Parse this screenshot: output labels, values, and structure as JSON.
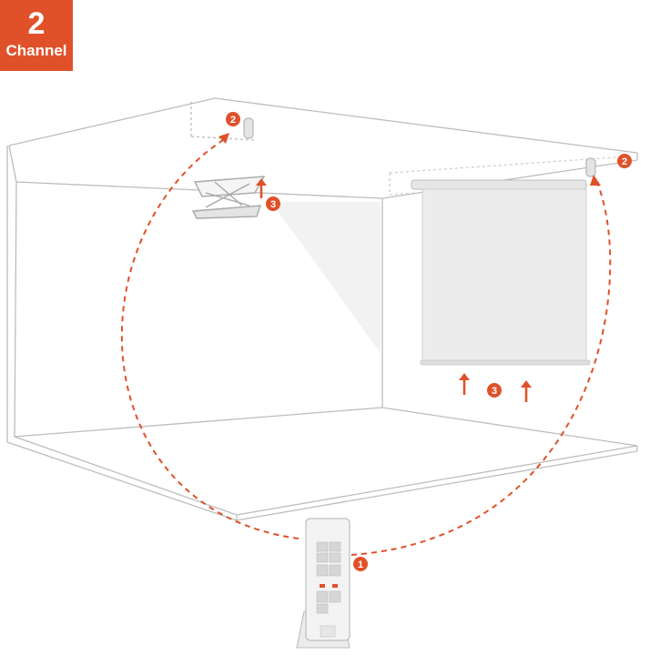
{
  "badge": {
    "number": "2",
    "label": "Channel"
  },
  "steps": {
    "remote": "1",
    "receiver_left": "2",
    "receiver_right": "2",
    "lift_projector": "3",
    "lift_screen": "3"
  },
  "colors": {
    "accent": "#e0512a",
    "line": "#b8b8b8",
    "screen": "#ececec",
    "device": "#d6d6d6"
  },
  "icons": [
    "arrow-up-icon",
    "receiver-icon",
    "remote-control-icon",
    "projector-lift-icon",
    "projection-screen-icon"
  ]
}
